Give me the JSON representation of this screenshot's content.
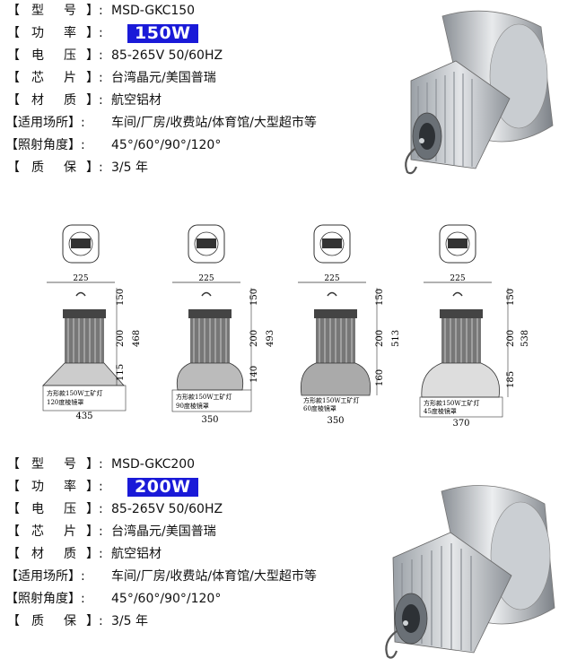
{
  "spec1": {
    "model_label": [
      "【",
      "型",
      "号",
      "】:"
    ],
    "model": "MSD-GKC150",
    "power_label": [
      "【",
      "功",
      "率",
      "】:"
    ],
    "power": "150W",
    "voltage_label": [
      "【",
      "电",
      "压",
      "】:"
    ],
    "voltage": "85-265V 50/60HZ",
    "chip_label": [
      "【",
      "芯",
      "片",
      "】:"
    ],
    "chip": "台湾晶元/美国普瑞",
    "material_label": [
      "【",
      "材",
      "质",
      "】:"
    ],
    "material": "航空铝材",
    "place_label": "【适用场所】:",
    "place": "车间/厂房/收费站/体育馆/大型超市等",
    "angle_label": "【照射角度】:",
    "angle": "45°/60°/90°/120°",
    "warranty_label": [
      "【",
      "质",
      "保",
      "】:"
    ],
    "warranty": "3/5 年"
  },
  "spec2": {
    "model_label": [
      "【",
      "型",
      "号",
      "】:"
    ],
    "model": "MSD-GKC200",
    "power_label": [
      "【",
      "功",
      "率",
      "】:"
    ],
    "power": "200W",
    "voltage_label": [
      "【",
      "电",
      "压",
      "】:"
    ],
    "voltage": "85-265V 50/60HZ",
    "chip_label": [
      "【",
      "芯",
      "片",
      "】:"
    ],
    "chip": "台湾晶元/美国普瑞",
    "material_label": [
      "【",
      "材",
      "质",
      "】:"
    ],
    "material": "航空铝材",
    "place_label": "【适用场所】:",
    "place": "车间/厂房/收费站/体育馆/大型超市等",
    "angle_label": "【照射角度】:",
    "angle": "45°/60°/90°/120°",
    "warranty_label": [
      "【",
      "质",
      "保",
      "】:"
    ],
    "warranty": "3/5 年"
  },
  "diagrams": [
    {
      "top_w": "225",
      "h1": "150",
      "h2": "200",
      "h3": "115",
      "total": "468",
      "cap1": "方形款150W工矿灯",
      "cap2": "120度棱镜罩",
      "bottom_w": "435"
    },
    {
      "top_w": "225",
      "h1": "150",
      "h2": "200",
      "h3": "140",
      "total": "493",
      "cap1": "方形款150W工矿灯",
      "cap2": "90度棱镜罩",
      "bottom_w": "350"
    },
    {
      "top_w": "225",
      "h1": "150",
      "h2": "200",
      "h3": "160",
      "total": "513",
      "cap1": "方形款150W工矿灯",
      "cap2": "60度棱镜罩",
      "bottom_w": "350"
    },
    {
      "top_w": "225",
      "h1": "150",
      "h2": "200",
      "h3": "185",
      "total": "538",
      "cap1": "方形款150W工矿灯",
      "cap2": "45度棱镜罩",
      "bottom_w": "370"
    }
  ],
  "colors": {
    "power_bg": "#1a1ad8",
    "line": "#333333"
  }
}
